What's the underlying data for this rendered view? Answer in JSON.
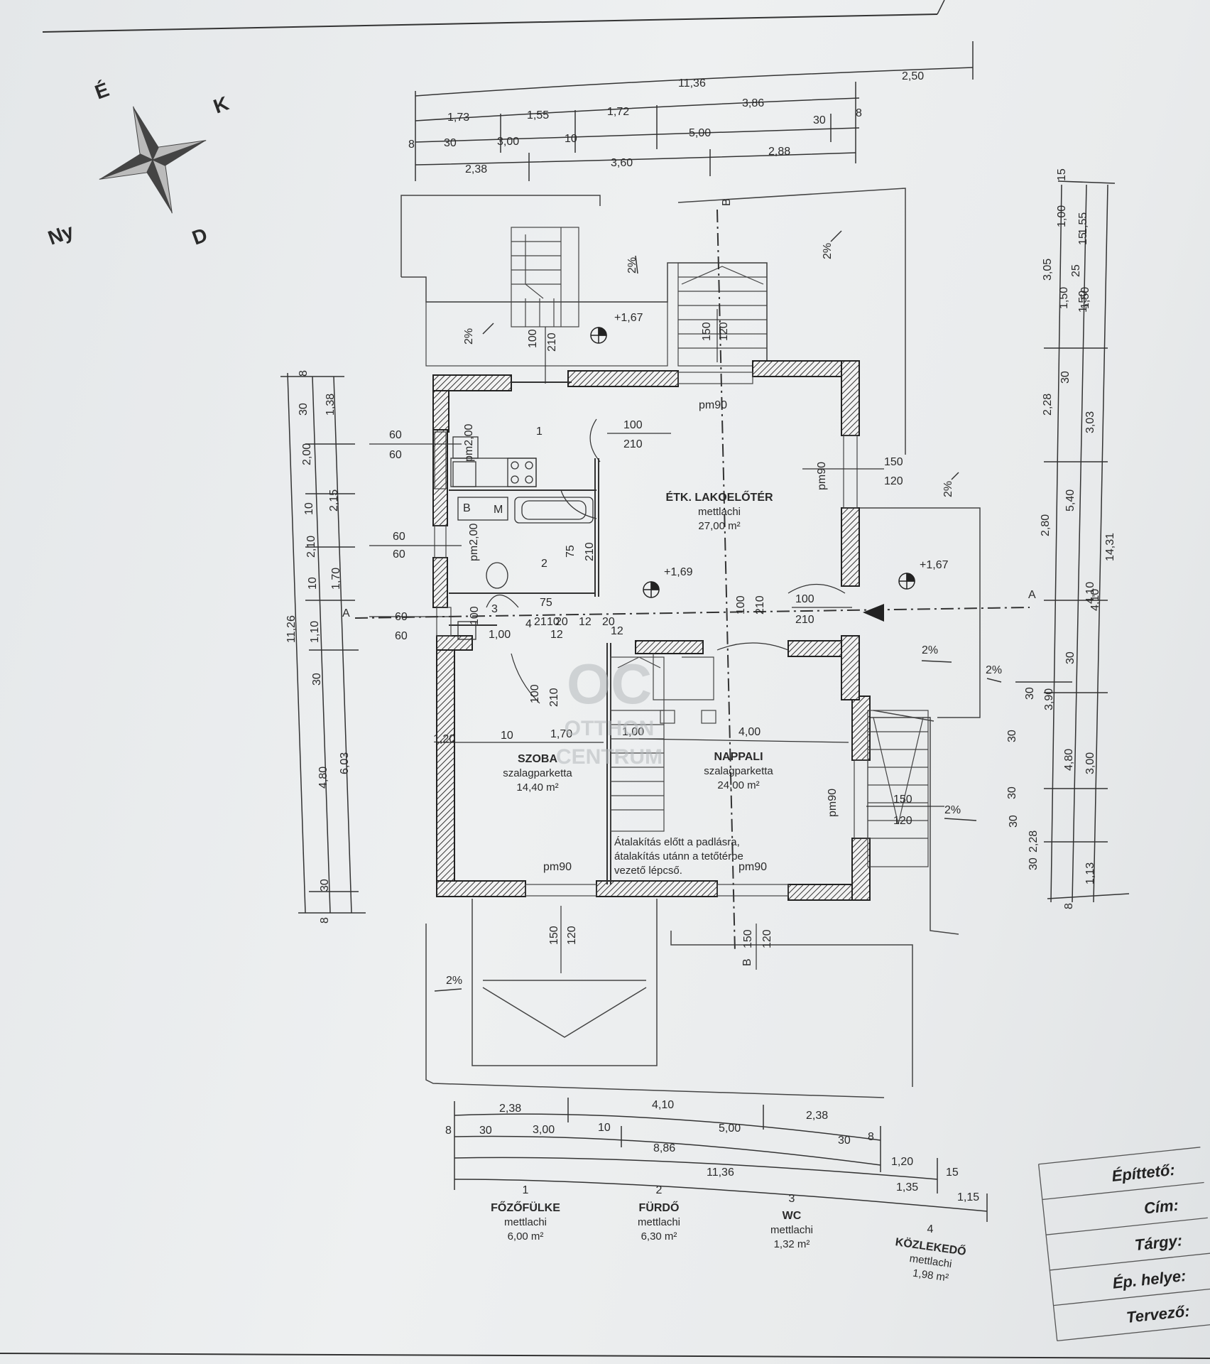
{
  "compass": {
    "north": "É",
    "east": "K",
    "south": "D",
    "west": "Ny"
  },
  "top_dims": {
    "row1": [
      "11,36",
      "2,50"
    ],
    "row2": [
      "1,73",
      "1,55",
      "1,72",
      "3,86",
      "30",
      "8"
    ],
    "row3": [
      "8",
      "30",
      "3,00",
      "10",
      "5,00"
    ],
    "row4": [
      "2,38",
      "3,60",
      "2,88"
    ]
  },
  "bottom_dims": {
    "row1": [
      "2,38",
      "4,10",
      "2,38"
    ],
    "row2": [
      "8",
      "30",
      "3,00",
      "10",
      "5,00",
      "30",
      "8"
    ],
    "row3": [
      "8,86",
      "1,20",
      "15"
    ],
    "row4": [
      "11,36",
      "1,35",
      "1,15"
    ]
  },
  "left_dims": {
    "outer": [
      "11,26"
    ],
    "mid": [
      "30",
      "2,00",
      "10",
      "2,10",
      "10",
      "1,10",
      "30",
      "4,80",
      "30",
      "8"
    ],
    "inner": [
      "1,38",
      "2,15",
      "1,70",
      "6,03"
    ],
    "top": [
      "8"
    ]
  },
  "right_dims": {
    "col1": [
      "30",
      "2,28",
      "2,80",
      "30",
      "4,10",
      "30",
      "30",
      "30",
      "30",
      "2,28",
      "30",
      "8"
    ],
    "col2": [
      "3,05",
      "1,50",
      "5,40",
      "3,90",
      "4,80"
    ],
    "col3": [
      "25",
      "1,50",
      "3,03",
      "4,10",
      "3,00",
      "1,13"
    ],
    "col4": [
      "15",
      "1,00",
      "15",
      "1,55",
      "1,50",
      "14,31"
    ]
  },
  "rooms": [
    {
      "id": "1",
      "label": "1"
    },
    {
      "id": "2",
      "label": "2"
    },
    {
      "id": "3",
      "label": "3"
    },
    {
      "id": "lakoeloter",
      "name": "ÉTK. LAKOELŐTÉR",
      "floor": "mettlachi",
      "area": "27,00 m²"
    },
    {
      "id": "szoba",
      "name": "SZOBA",
      "floor": "szalagparketta",
      "area": "14,40 m²"
    },
    {
      "id": "nappali",
      "name": "NAPPALI",
      "floor": "szalagparketta",
      "area": "24,00 m²"
    }
  ],
  "legend": [
    {
      "num": "1",
      "name": "FŐZŐFÜLKE",
      "floor": "mettlachi",
      "area": "6,00 m²"
    },
    {
      "num": "2",
      "name": "FÜRDŐ",
      "floor": "mettlachi",
      "area": "6,30 m²"
    },
    {
      "num": "3",
      "name": "WC",
      "floor": "mettlachi",
      "area": "1,32 m²"
    },
    {
      "num": "4",
      "name": "KÖZLEKEDŐ",
      "floor": "mettlachi",
      "area": "1,98 m²"
    }
  ],
  "levels": [
    "+1,67",
    "+1,67",
    "+1,69"
  ],
  "slopes": [
    "2%",
    "2%",
    "2%",
    "2%",
    "2%",
    "2%",
    "2%",
    "2%"
  ],
  "sections": [
    "A",
    "A",
    "B",
    "B"
  ],
  "openings": {
    "door_100_210": [
      "100",
      "210"
    ],
    "window_150_120": [
      "150",
      "120"
    ],
    "window_60_60": [
      "60",
      "60"
    ],
    "pm90": "pm90",
    "pm200": "pm2,00",
    "door_75_210": [
      "75",
      "210"
    ],
    "wc_door": [
      "100",
      "1,00",
      "75",
      "4",
      "21",
      "10",
      "20",
      "12",
      "20",
      "12",
      "12"
    ],
    "sz_door": [
      "100",
      "210",
      "10",
      "1,70",
      "1,00",
      "1,20",
      "4,00"
    ]
  },
  "bath_labels": [
    "B",
    "M"
  ],
  "note": [
    "Átalakítás előtt a padlásra,",
    "átalakítás utánn a tetőtérbe",
    "vezető lépcső."
  ],
  "watermark": {
    "line1": "OTTHON",
    "line2": "CENTRUM",
    "logo": "OC"
  },
  "title_block": [
    "Építtető:",
    "Cím:",
    "Tárgy:",
    "Ép. helye:",
    "Tervező:"
  ]
}
